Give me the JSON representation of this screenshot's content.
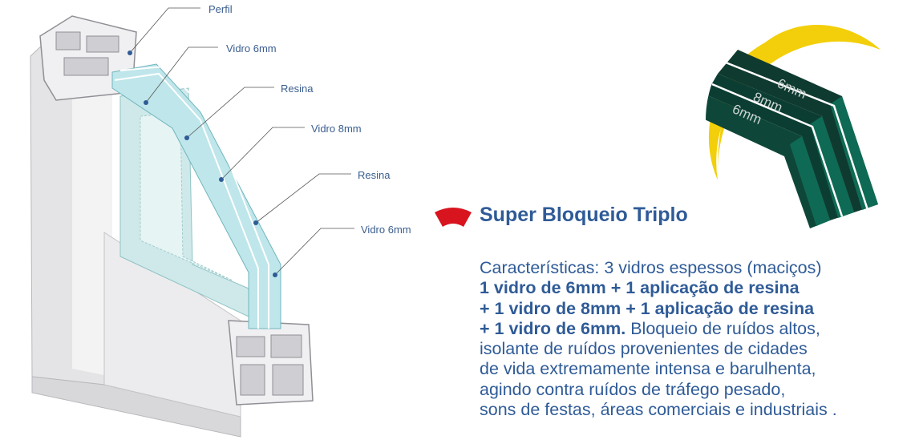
{
  "labels": {
    "perfil": "Perfil",
    "vidro_6mm_top": "Vidro 6mm",
    "resina_1": "Resina",
    "vidro_8mm": "Vidro 8mm",
    "resina_2": "Resina",
    "vidro_6mm_bottom": "Vidro 6mm"
  },
  "glass_art": {
    "layer_1": "6mm",
    "layer_2": "8mm",
    "layer_3": "6mm"
  },
  "title": "Super Bloqueio Triplo",
  "description": {
    "line1": "Características: 3 vidros espessos (maciços)",
    "bold1": "1 vidro de 6mm + 1 aplicação de resina",
    "bold2": "+ 1 vidro de 8mm + 1 aplicação de resina",
    "bold3": "+ 1 vidro de 6mm.",
    "rest3": " Bloqueio de ruídos altos,",
    "line5": "isolante de ruídos provenientes de cidades",
    "line6": "de vida extremamente intensa e barulhenta,",
    "line7": "agindo contra ruídos de tráfego pesado,",
    "line8": "sons de festas, áreas comerciais e industriais ."
  },
  "colors": {
    "text": "#2f5b97",
    "accent_red": "#d8141f",
    "yellow": "#f2cf0a",
    "glass_green": "#0e5a48",
    "glass_blue": "#bfe6ea"
  }
}
